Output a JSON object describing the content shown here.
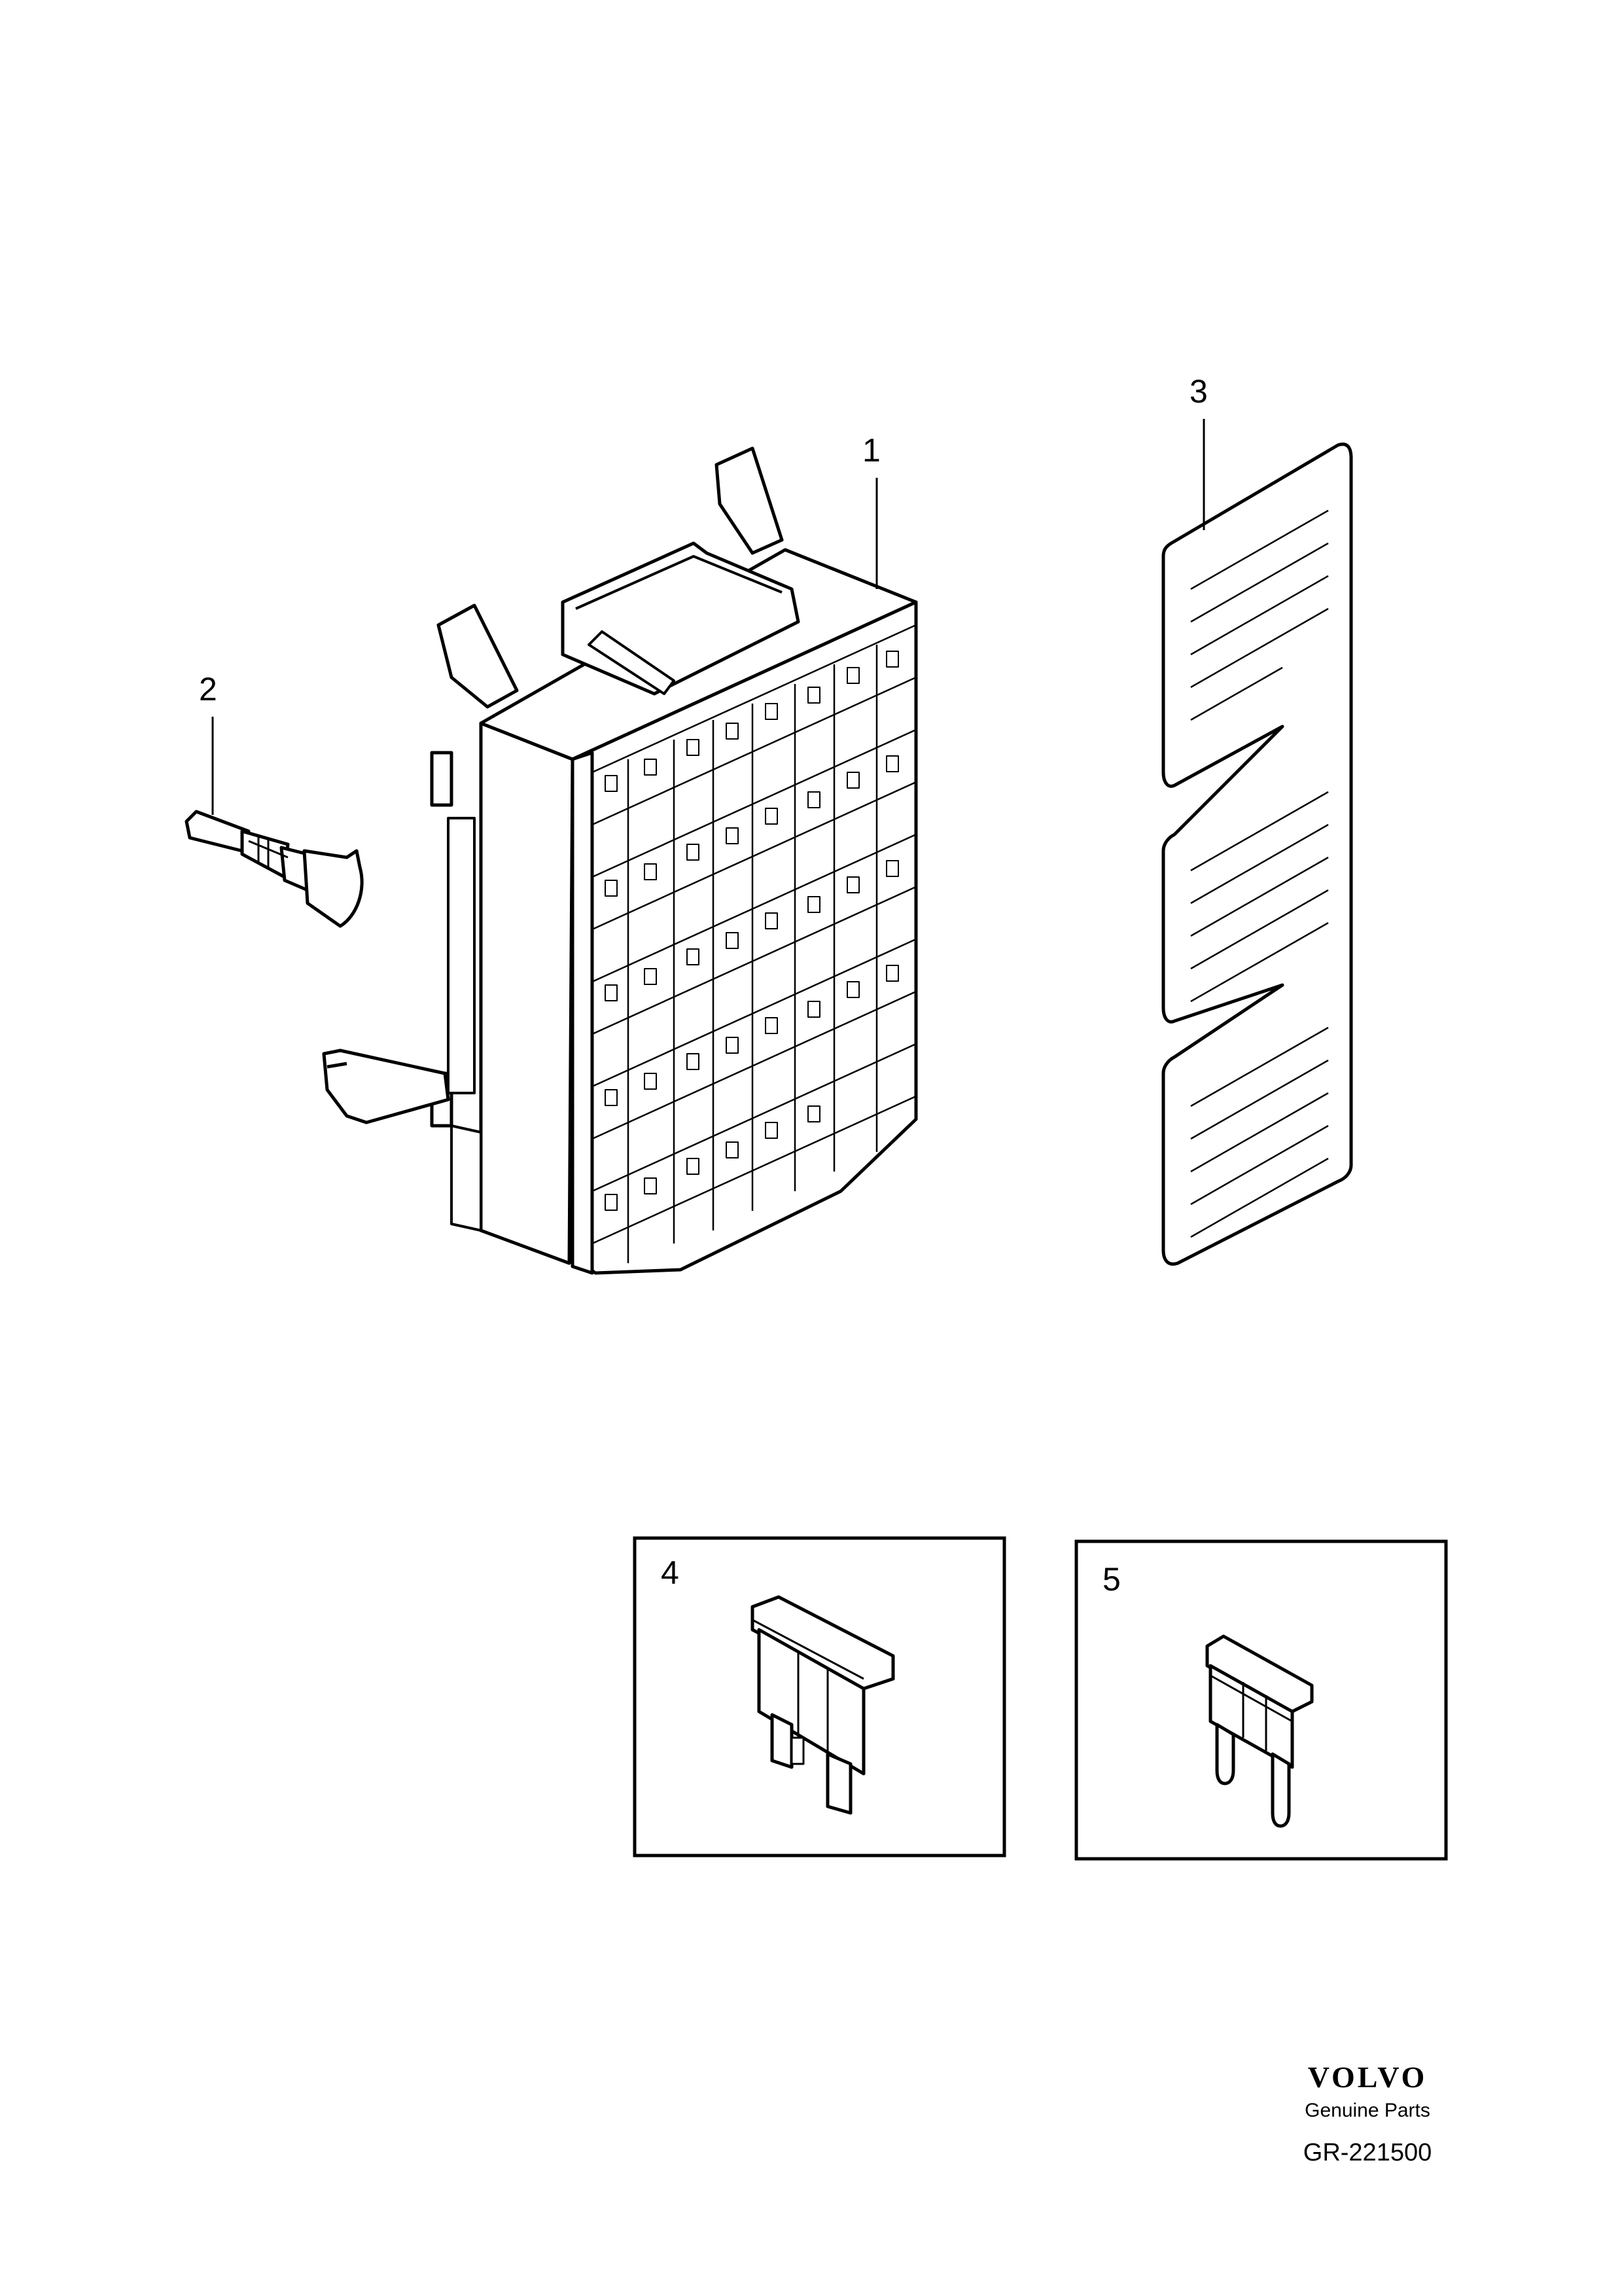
{
  "callouts": {
    "part1": "1",
    "part2": "2",
    "part3": "3",
    "part4": "4",
    "part5": "5"
  },
  "brand": {
    "logo": "VOLVO",
    "subtitle": "Genuine Parts",
    "code": "GR-221500"
  }
}
